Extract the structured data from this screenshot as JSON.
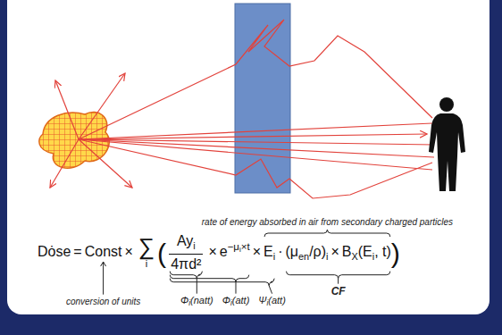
{
  "diagram": {
    "labels": [
      "rate of energy absorbed in air from secondary charged particles",
      "Dȯse",
      "=",
      "Const",
      "×",
      "∑",
      "i",
      "(",
      "Ay",
      "i",
      "4πd²",
      "×",
      "e",
      "−μ",
      "i",
      "×t",
      "×",
      "E",
      "i",
      "·",
      "(μ",
      "en",
      "/ρ)",
      "i",
      "×",
      "B",
      "X",
      "(E",
      "i",
      ", t)",
      ")",
      "conversion of units",
      "Φ",
      "i",
      "(natt)",
      "Φ",
      "i",
      "(att)",
      "Ψ",
      "i",
      "(att)",
      "CF"
    ]
  }
}
